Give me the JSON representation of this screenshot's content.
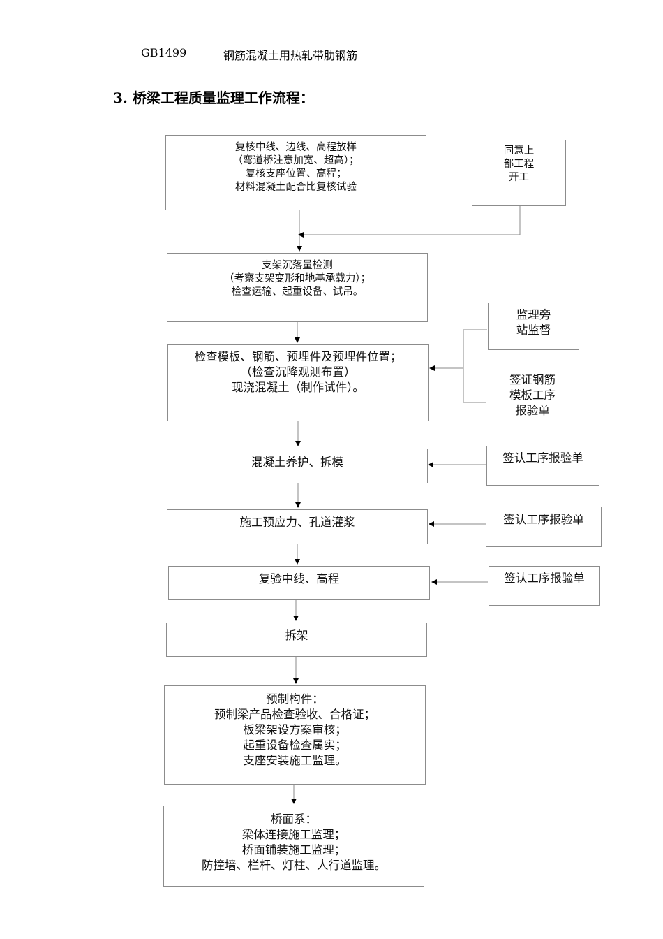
{
  "header": {
    "standard_code": "GB1499",
    "standard_title": "钢筋混凝土用热轧带肋钢筋"
  },
  "section": {
    "title": "3.  桥梁工程质量监理工作流程："
  },
  "flow": {
    "step1": [
      "复核中线、边线、高程放样",
      "（弯道桥注意加宽、超高）；",
      "复核支座位置、高程；",
      "材料混凝土配合比复核试验"
    ],
    "side_start": [
      "同意上",
      "部工程",
      "开工"
    ],
    "step2": [
      "支架沉落量检测",
      "（考察支架变形和地基承载力）；",
      "检查运输、起重设备、试吊。"
    ],
    "side_supervise": [
      "监理旁",
      "站监督"
    ],
    "step3": [
      "检查模板、钢筋、预埋件及预埋件位置；",
      "（检查沉降观测布置）",
      "现浇混凝土（制作试件）。"
    ],
    "side_sign": [
      "签证钢筋",
      "模板工序",
      "报验单"
    ],
    "step4": "混凝土养护、拆模",
    "side4": "签认工序报验单",
    "step5": "施工预应力、孔道灌浆",
    "side5": "签认工序报验单",
    "step6": "复验中线、高程",
    "side6": "签认工序报验单",
    "step7": "拆架",
    "step8": [
      "预制构件：",
      "预制梁产品检查验收、合格证；",
      "板梁架设方案审核；",
      "起重设备检查属实；",
      "支座安装施工监理。"
    ],
    "step9": [
      "桥面系：",
      "梁体连接施工监理；",
      "桥面铺装施工监理；",
      "防撞墙、栏杆、灯柱、人行道监理。"
    ]
  }
}
